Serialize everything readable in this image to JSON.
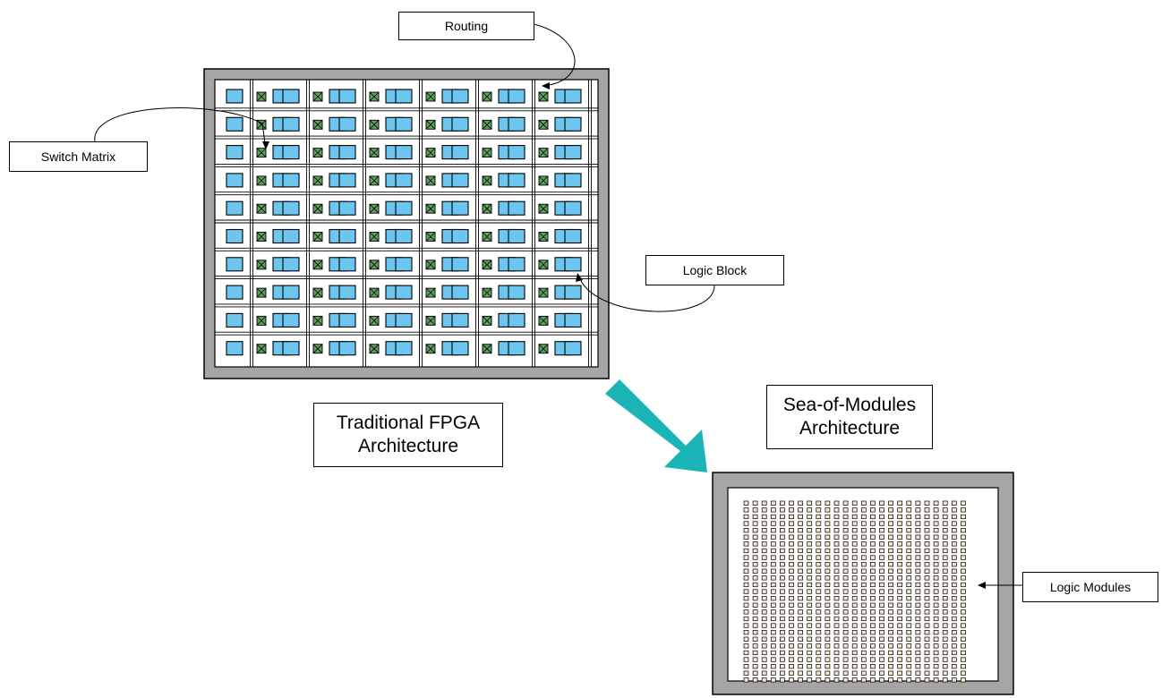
{
  "labels": {
    "routing": "Routing",
    "switch_matrix": "Switch Matrix",
    "logic_block": "Logic Block",
    "logic_modules": "Logic Modules",
    "traditional_line1": "Traditional FPGA",
    "traditional_line2": "Architecture",
    "sea_line1": "Sea-of-Modules",
    "sea_line2": "Architecture"
  },
  "traditional_fpga": {
    "rows": 10,
    "tile_columns": 7
  },
  "sea_of_modules": {
    "rows": 27,
    "columns": 25
  },
  "colors": {
    "frame_gray": "#a5a5a5",
    "logic_block_fill": "#6dc6ef",
    "switch_fill": "#5fa15f",
    "arrow_teal": "#1bb5b8",
    "module_fill": "#f3e7cf"
  }
}
